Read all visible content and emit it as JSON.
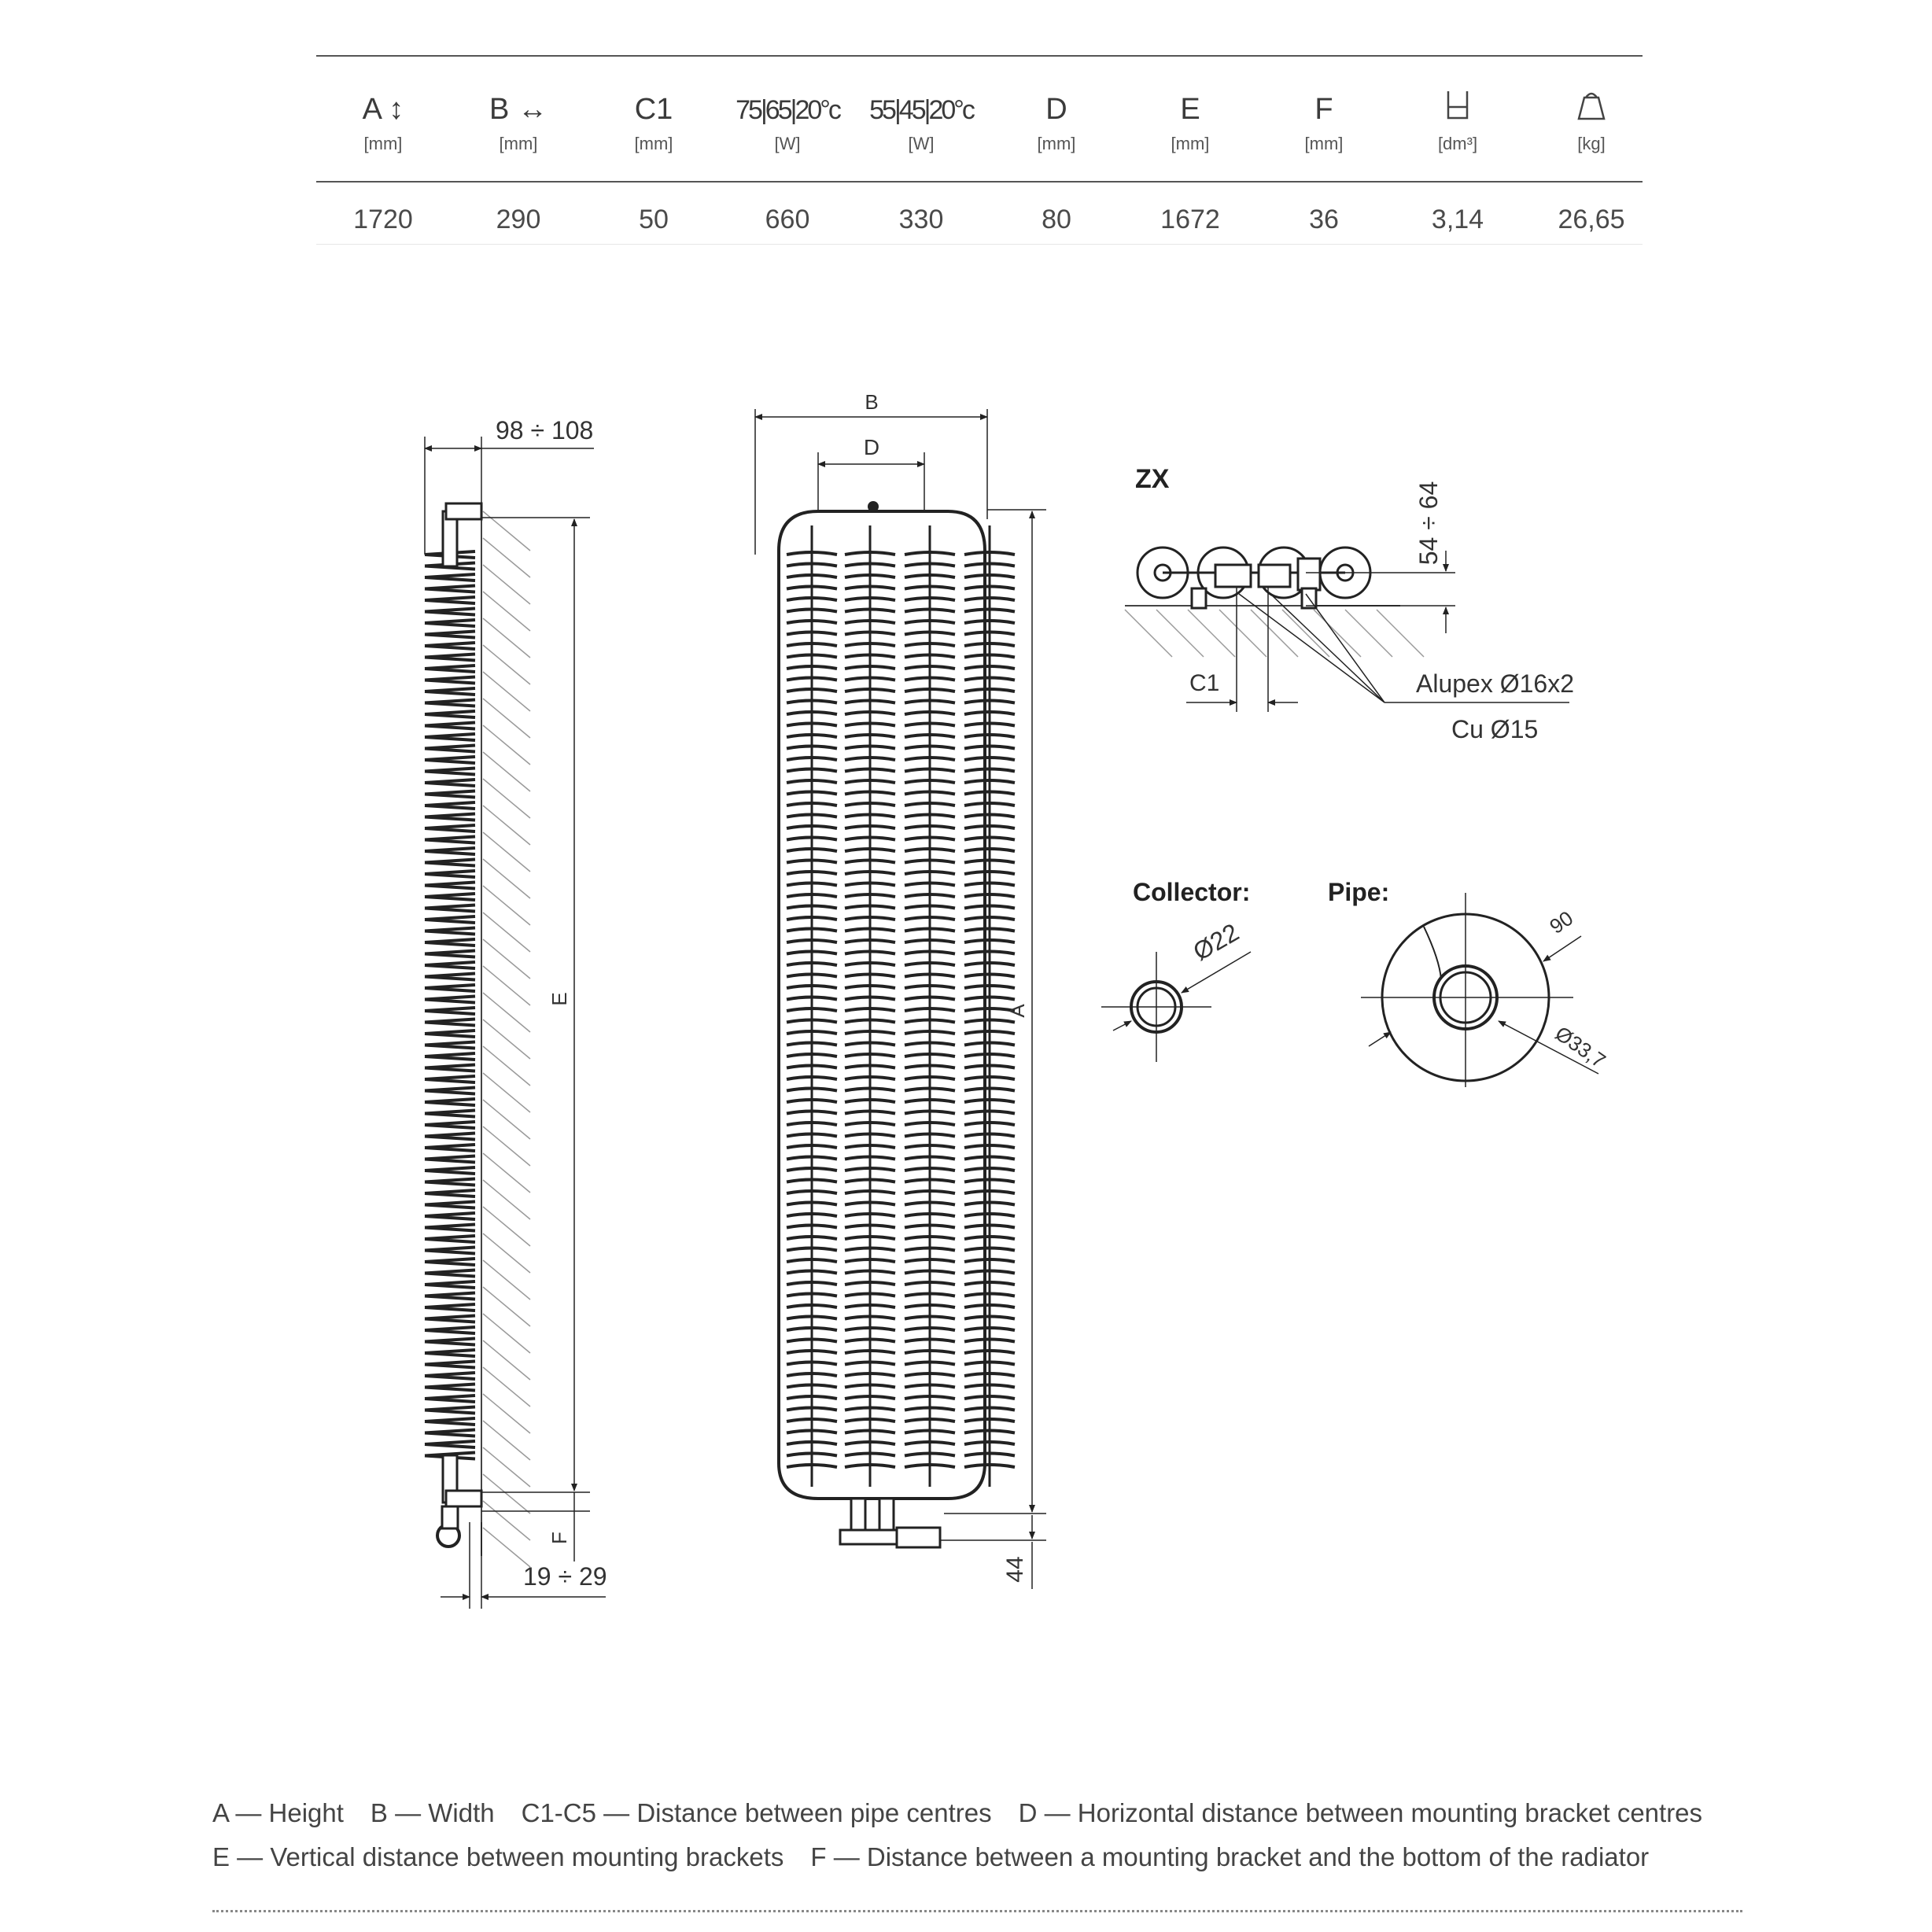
{
  "table": {
    "headers": [
      {
        "label": "A ↕",
        "unit": "[mm]"
      },
      {
        "label": "B ↔",
        "unit": "[mm]"
      },
      {
        "label": "C1",
        "unit": "[mm]"
      },
      {
        "label": "75|65|20°c",
        "unit": "[W]"
      },
      {
        "label": "55|45|20°c",
        "unit": "[W]"
      },
      {
        "label": "D",
        "unit": "[mm]"
      },
      {
        "label": "E",
        "unit": "[mm]"
      },
      {
        "label": "F",
        "unit": "[mm]"
      },
      {
        "label": "",
        "unit": "[dm³]",
        "icon": "volume-icon"
      },
      {
        "label": "",
        "unit": "[kg]",
        "icon": "weight-icon"
      }
    ],
    "values": [
      "1720",
      "290",
      "50",
      "660",
      "330",
      "80",
      "1672",
      "36",
      "3,14",
      "26,65"
    ]
  },
  "diagram": {
    "side_depth": "98 ÷ 108",
    "side_wall_gap": "19 ÷ 29",
    "label_E": "E",
    "label_F": "F",
    "label_A": "A",
    "label_B": "B",
    "label_D": "D",
    "bottom_offset": "44",
    "zx_title": "ZX",
    "zx_height": "54 ÷ 64",
    "zx_c1": "C1",
    "zx_alupex": "Alupex Ø16x2",
    "zx_cu": "Cu Ø15",
    "collector_title": "Collector:",
    "collector_dia": "Ø22",
    "pipe_title": "Pipe:",
    "pipe_fin": "90",
    "pipe_dia": "Ø33,7"
  },
  "legend": {
    "line1": [
      "A — Height",
      "B — Width",
      "C1-C5 — Distance between pipe centres",
      "D — Horizontal distance between mounting bracket centres"
    ],
    "line2": [
      "E — Vertical distance between mounting brackets",
      "F — Distance between a mounting bracket and the bottom of the radiator"
    ]
  },
  "colors": {
    "line": "#2b2b2b",
    "hatch": "#9a9a9a",
    "rule": "#555555"
  }
}
